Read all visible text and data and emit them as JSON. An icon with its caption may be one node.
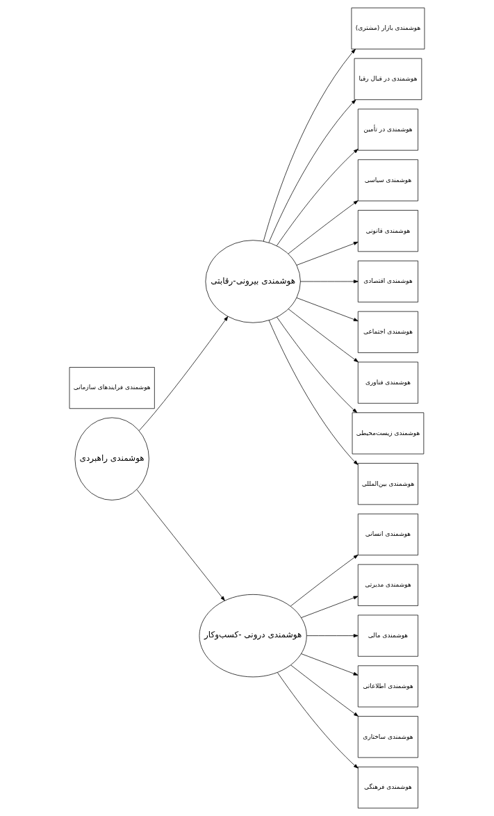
{
  "diagram": {
    "nodes": [
      {
        "text": [
          "هوشمندی راهبردی"
        ]
      },
      {
        "text": [
          "هوشمندی بیرونی-رقابتی"
        ]
      },
      {
        "text": [
          "هوشمندی درونی -کسب‌وکار"
        ]
      },
      {
        "text": [
          "هوشمندی بازار (مشتری)"
        ]
      },
      {
        "text": [
          "هوشمندی در قبال رقبا"
        ]
      },
      {
        "text": [
          "هوشمندی در تأمین"
        ]
      },
      {
        "text": [
          "هوشمندی سیاسی"
        ]
      },
      {
        "text": [
          "هوشمندی قانونی"
        ]
      },
      {
        "text": [
          "هوشمندی اقتصادی"
        ]
      },
      {
        "text": [
          "هوشمندی اجتماعی"
        ]
      },
      {
        "text": [
          "هوشمندی فناوری"
        ]
      },
      {
        "text": [
          "هوشمندی زیست‌محیطی"
        ]
      },
      {
        "text": [
          "هوشمندی بین‌المللی"
        ]
      },
      {
        "text": [
          "هوشمندی انسانی"
        ]
      },
      {
        "text": [
          "هوشمندی مدیرتی"
        ]
      },
      {
        "text": [
          "هوشمندی مالی"
        ]
      },
      {
        "text": [
          "هوشمندی اطلاعاتی"
        ]
      },
      {
        "text": [
          "هوشمندی ساختاری"
        ]
      },
      {
        "text": [
          "هوشمندی فرهنگی"
        ]
      },
      {
        "text": [
          "هوشمندی فرایندهای سازمانی"
        ]
      }
    ],
    "edges": [
      {
        "from": 0,
        "to": 1,
        "arrow": "to"
      },
      {
        "from": 0,
        "to": 2,
        "arrow": "to"
      },
      {
        "from": 1,
        "to": 3,
        "arrow": "to"
      },
      {
        "from": 1,
        "to": 4,
        "arrow": "to"
      },
      {
        "from": 1,
        "to": 5,
        "arrow": "to"
      },
      {
        "from": 1,
        "to": 6,
        "arrow": "to"
      },
      {
        "from": 1,
        "to": 7,
        "arrow": "to"
      },
      {
        "from": 1,
        "to": 8,
        "arrow": "to"
      },
      {
        "from": 1,
        "to": 9,
        "arrow": "to"
      },
      {
        "from": 1,
        "to": 10,
        "arrow": "to"
      },
      {
        "from": 1,
        "to": 11,
        "arrow": "to"
      },
      {
        "from": 1,
        "to": 12,
        "arrow": "to"
      },
      {
        "from": 2,
        "to": 13,
        "arrow": "to"
      },
      {
        "from": 2,
        "to": 14,
        "arrow": "to"
      },
      {
        "from": 2,
        "to": 15,
        "arrow": "to"
      },
      {
        "from": 2,
        "to": 16,
        "arrow": "to"
      },
      {
        "from": 2,
        "to": 17,
        "arrow": "to"
      },
      {
        "from": 2,
        "to": 18,
        "arrow": "to"
      }
    ]
  }
}
